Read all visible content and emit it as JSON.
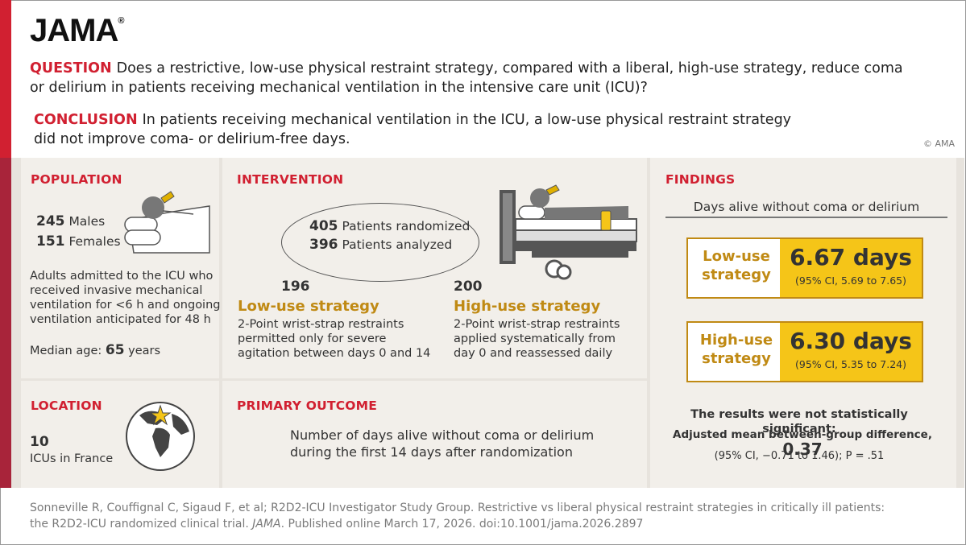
{
  "brand": {
    "logo": "JAMA",
    "reg": "®"
  },
  "question": {
    "tag": "QUESTION",
    "text": "Does a restrictive, low-use physical restraint strategy, compared with a liberal, high-use strategy, reduce coma or delirium in patients receiving mechanical ventilation in the intensive care unit (ICU)?"
  },
  "conclusion": {
    "tag": "CONCLUSION",
    "text_line1": "In patients receiving mechanical ventilation in the ICU, a low-use physical restraint strategy",
    "text_line2": "did not improve coma- or delirium-free days."
  },
  "copyright": "© AMA",
  "population": {
    "heading": "POPULATION",
    "males_n": "245",
    "males_label": "Males",
    "females_n": "151",
    "females_label": "Females",
    "desc_lines": [
      "Adults admitted to the ICU who",
      "received invasive mechanical",
      "ventilation for <6 h and ongoing",
      "ventilation anticipated for 48 h"
    ],
    "median_label": "Median age:",
    "median_value": "65",
    "median_unit": "years"
  },
  "location": {
    "heading": "LOCATION",
    "count": "10",
    "label": "ICUs in France"
  },
  "intervention": {
    "heading": "INTERVENTION",
    "randomized_n": "405",
    "randomized_label": "Patients randomized",
    "analyzed_n": "396",
    "analyzed_label": "Patients analyzed",
    "low": {
      "n": "196",
      "name": "Low-use strategy",
      "lines": [
        "2-Point wrist-strap restraints",
        "permitted only for severe",
        "agitation between days 0 and 14"
      ]
    },
    "high": {
      "n": "200",
      "name": "High-use strategy",
      "lines": [
        "2-Point wrist-strap restraints",
        "applied systematically from",
        "day 0 and reassessed daily"
      ]
    }
  },
  "primary_outcome": {
    "heading": "PRIMARY OUTCOME",
    "lines": [
      "Number of days alive without coma or delirium",
      "during the first 14 days after randomization"
    ]
  },
  "findings": {
    "heading": "FINDINGS",
    "subheading": "Days alive without coma or delirium",
    "low": {
      "label_lines": [
        "Low-use",
        "strategy"
      ],
      "value": "6.67 days",
      "ci": "(95% CI, 5.69 to 7.65)"
    },
    "high": {
      "label_lines": [
        "High-use",
        "strategy"
      ],
      "value": "6.30 days",
      "ci": "(95% CI, 5.35 to 7.24)"
    },
    "sig_text": "The results were not statistically significant:",
    "diff_label": "Adjusted mean between-group difference,",
    "diff_value": "0.37",
    "diff_ci": "(95% CI, −0.71 to 1.46); P = .51"
  },
  "citation": {
    "line1": "Sonneville R, Couffignal C, Sigaud F, et al; R2D2-ICU Investigator Study Group. Restrictive vs liberal physical restraint strategies in critically ill patients:",
    "line2_pre": "the R2D2-ICU randomized clinical trial.",
    "journal": "JAMA",
    "line2_post": ". Published online March 17, 2026. doi:10.1001/jama.2026.2897"
  },
  "colors": {
    "red": "#d12031",
    "gold": "#c08a14",
    "yellow": "#f5c518",
    "panel": "#f2efea"
  }
}
